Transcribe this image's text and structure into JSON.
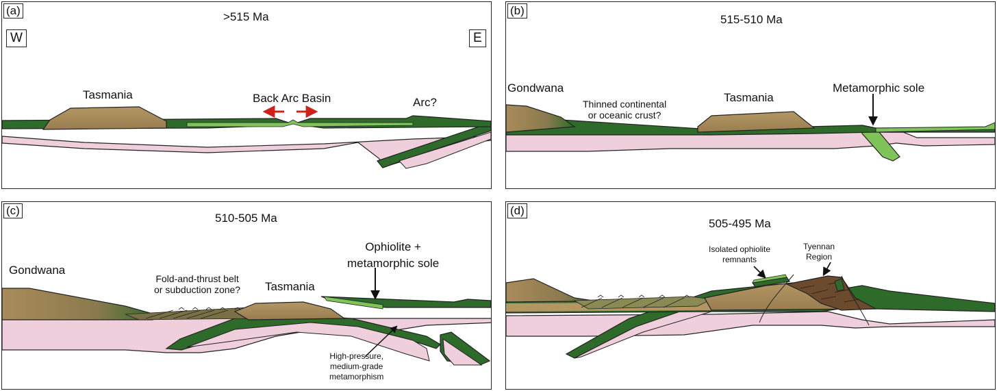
{
  "panels": [
    {
      "tag": "(a)",
      "time": ">515 Ma",
      "west": "W",
      "east": "E",
      "labels": {
        "tasmania": "Tasmania",
        "back_arc": "Back Arc Basin",
        "arc": "Arc?"
      }
    },
    {
      "tag": "(b)",
      "time": "515-510 Ma",
      "labels": {
        "gondwana": "Gondwana",
        "thinned_1": "Thinned continental",
        "thinned_2": "or oceanic crust?",
        "tasmania": "Tasmania",
        "meta_sole": "Metamorphic sole"
      }
    },
    {
      "tag": "(c)",
      "time": "510-505 Ma",
      "labels": {
        "gondwana": "Gondwana",
        "fold_1": "Fold-and-thrust belt",
        "fold_2": "or subduction zone?",
        "tasmania": "Tasmania",
        "ophiolite_1": "Ophiolite +",
        "ophiolite_2": "metamorphic sole",
        "hp_1": "High-pressure,",
        "hp_2": "medium-grade",
        "hp_3": "metamorphism"
      }
    },
    {
      "tag": "(d)",
      "time": "505-495 Ma",
      "labels": {
        "isolated_1": "Isolated ophiolite",
        "isolated_2": "remnants",
        "tyennan_1": "Tyennan",
        "tyennan_2": "Region"
      }
    }
  ],
  "colors": {
    "green_dark": "#2e6b2a",
    "green_light": "#7ec45a",
    "pink": "#f0cfdc",
    "tan": "#a88b5a",
    "brown": "#6b4a2e",
    "arrow_red": "#d0201c",
    "outline": "#222222"
  }
}
